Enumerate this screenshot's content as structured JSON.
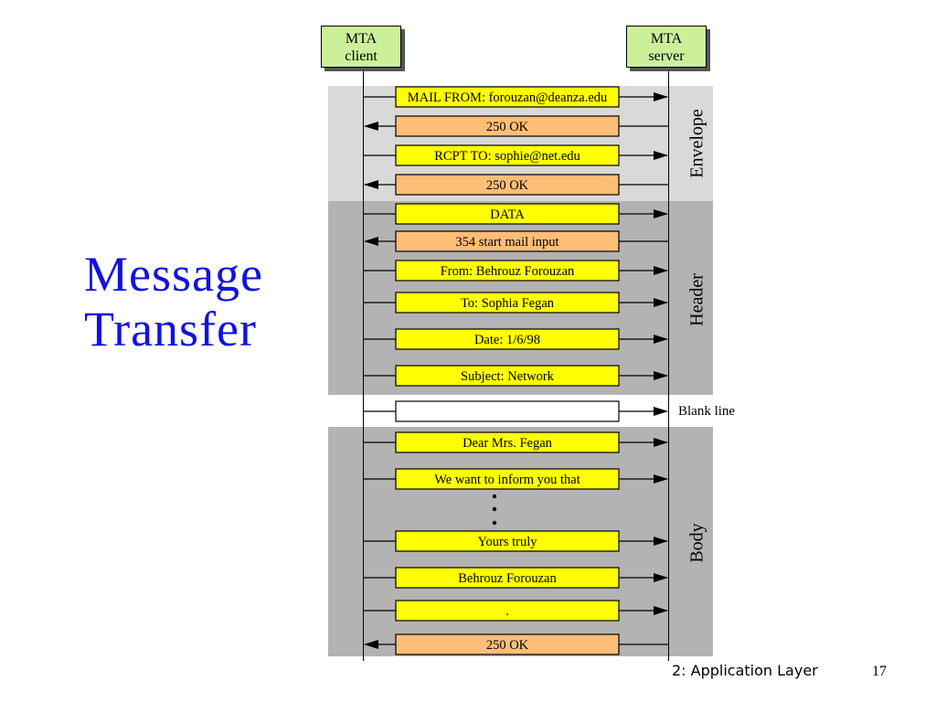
{
  "slide": {
    "title_line1": "Message",
    "title_line2": "Transfer",
    "footer": "2: Application Layer",
    "page_number": "17"
  },
  "endpoints": {
    "client": [
      "MTA",
      "client"
    ],
    "server": [
      "MTA",
      "server"
    ]
  },
  "sections": {
    "envelope": "Envelope",
    "header": "Header",
    "body": "Body",
    "blank_line": "Blank line"
  },
  "colors": {
    "command_fill": "#ffff00",
    "response_fill": "#ffbe78",
    "blank_fill": "#ffffff",
    "endpoint_fill": "#ccf09a",
    "title_color": "#1212e0"
  },
  "messages": [
    {
      "text": "MAIL FROM: forouzan@deanza.edu",
      "kind": "command",
      "direction": "to-server"
    },
    {
      "text": "250 OK",
      "kind": "response",
      "direction": "to-client"
    },
    {
      "text": "RCPT TO: sophie@net.edu",
      "kind": "command",
      "direction": "to-server"
    },
    {
      "text": "250 OK",
      "kind": "response",
      "direction": "to-client"
    },
    {
      "text": "DATA",
      "kind": "command",
      "direction": "to-server"
    },
    {
      "text": "354 start mail input",
      "kind": "response",
      "direction": "to-client"
    },
    {
      "text": "From: Behrouz Forouzan",
      "kind": "command",
      "direction": "to-server"
    },
    {
      "text": "To: Sophia Fegan",
      "kind": "command",
      "direction": "to-server"
    },
    {
      "text": "Date: 1/6/98",
      "kind": "command",
      "direction": "to-server"
    },
    {
      "text": "Subject: Network",
      "kind": "command",
      "direction": "to-server"
    },
    {
      "text": "",
      "kind": "blank",
      "direction": "to-server"
    },
    {
      "text": "Dear Mrs. Fegan",
      "kind": "command",
      "direction": "to-server"
    },
    {
      "text": "We want to inform you that",
      "kind": "command",
      "direction": "to-server"
    },
    {
      "text": "Yours truly",
      "kind": "command",
      "direction": "to-server"
    },
    {
      "text": "Behrouz Forouzan",
      "kind": "command",
      "direction": "to-server"
    },
    {
      "text": ".",
      "kind": "command",
      "direction": "to-server"
    },
    {
      "text": "250 OK",
      "kind": "response",
      "direction": "to-client"
    }
  ]
}
